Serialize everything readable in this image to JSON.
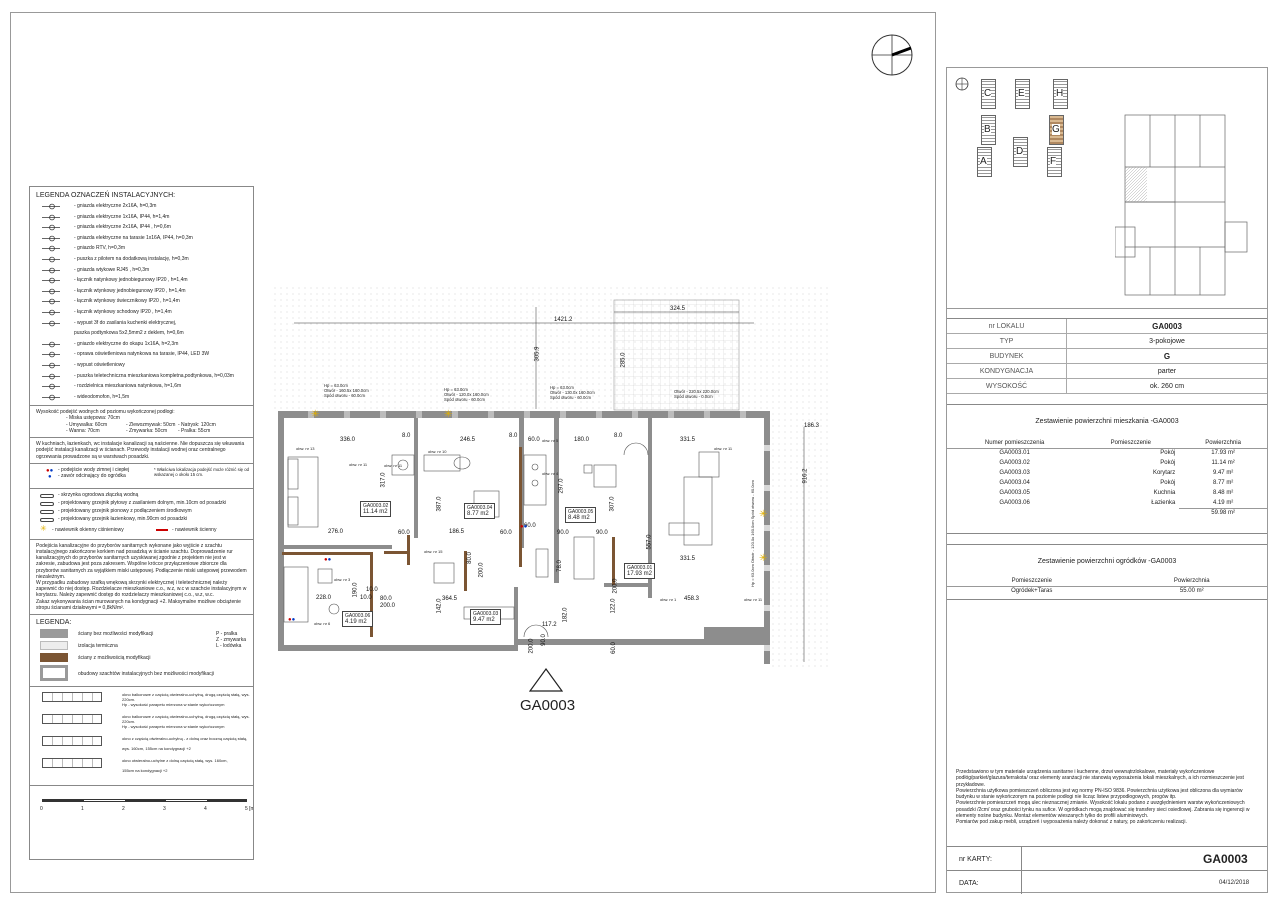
{
  "legend": {
    "title": "LEGENDA OZNACZEŃ INSTALACYJNYCH:",
    "items": [
      "- gniazda elektryczne 2x16A, h=0,3m",
      "- gniazda elektryczne 1x16A, IP44, h=1,4m",
      "- gniazda elektryczne 2x16A, IP44 , h=0,6m",
      "- gniazda elektryczne na tarasie 1x16A, IP44, h=0,3m",
      "- gniazdo RTV, h=0,3m",
      "- puszka z pilotem na dodatkową instalację, h=0,3m",
      "- gniazda wtykowe RJ45 , h=0,3m",
      "- łącznik natynkowy jednobiegunowy IP20 , h=1,4m",
      "- łącznik wtynkowy jednobiegunowy IP20 , h=1,4m",
      "- łącznik wtynkowy świecznikowy IP20 , h=1,4m",
      "- łącznik wtynkowy schodowy IP20 , h=1,4m",
      "- wypust 3f do zasilania kuchenki elektrycznej,",
      "puszka podtynkowa 5x2,5mm2 z deklem, h=0,6m",
      "- gniazdo elektryczne do okapu 1x16A, h=2,3m",
      "- oprawa oświetleniowa natynkowa na tarasie, IP44, LED 3W",
      "- wypust oświetleniowy",
      "- puszka teletechniczna mieszkaniowa kompletna,podtynkowa, h=0,03m",
      "- rozdzielnica mieszkaniowa natynkowa, h=1,6m",
      "- wideodomofon, h=1,5m"
    ],
    "heights_title": "Wysokość  podejść  wodnych od         poziomu wykończonej podłogi:",
    "heights": [
      [
        "- Miska ustępowa: 70cm",
        "",
        ""
      ],
      [
        "- Umywalka: 60cm",
        "- Zlewozmywak: 50cm",
        "- Natrysk: 120cm"
      ],
      [
        "- Wanna: 70cm",
        "- Zmywarka: 50cm",
        "- Pralka: 55cm"
      ]
    ],
    "kanal_note": "W kuchniach, łazienkach, wc instalacje kanalizacji są naścienne. Nie dopuszcza się wkuwania podejść instalacji kanalizacji w ścianach. Przewody instalacji wodnej oraz centralnego ogrzewania prowadzone są w warstwach posadzki.",
    "water_items": [
      "- podejście wody zimnej i ciepłej",
      "- zawór odcinający do ogródka"
    ],
    "water_side_note": "* Właściwa lokalizacja podejść może różnić się od wskazanej o około 15 cm.",
    "misc_items": [
      "- skrzynka ogrodowa złączką wodną",
      "- projektowany grzejnik płytowy z zasilaniem dolnym, min.10cm od posadzki",
      "- projektowany grzejnik pionowy z podłączeniem środkowym",
      "- projektowany grzejnik łazienkowy, min.90cm od posadzki"
    ],
    "nawiew_1": "- nawiewnik okienny ciśnieniowy",
    "nawiew_2": "- nawiewnik ścienny",
    "long_note": "Podejścia kanalizacyjne do przyborów sanitarnych wykonane jako wyjście z szachtu instalacyjnego zakończone korkiem nad posadzką w ścianie szachtu. Doprowadzenie rur kanalizacyjnych do przyborów sanitarnych uzyskiwanej zgodnie z projektem nie jest w zakresie, zabudowa jest poza zakresem.  Wspólne krócce przyłączeniowe zbiorcze dla przyborów sanitarnych za wyjątkiem miski ustępowej. Podłączenie miski ustępowej przewodem niezależnym.\nW przypadku zabudowy szafką wnękową skrzynki elektrycznej i teletechnicznej należy zapewnić do niej dostęp. Rozdzielacze mieszkaniowe c.o., w.z, w.c w szachcie instalacyjnym w korytarzu. Należy zapewnić dostęp do rozdzielaczy mieszkaniowej c.o., w.z, w.c.\nZakaz wykonywania ścian murowanych na kondygnacji +2. Maksymalne możliwe obciążenie stropu ścianami działowymi = 0,8kN/m².",
    "legenda2_title": "LEGENDA:",
    "materials": [
      "ściany bez możliwości modyfikacji",
      "izolacja termiczna",
      "ściany z możliwością modyfikacji",
      "obudowy szachtów instalacyjnych bez możliwości modyfikacji"
    ],
    "codes": [
      "P - pralka",
      "Z - zmywarka",
      "L - lodówka"
    ],
    "windows": [
      {
        "a": "okno balkonowe z częścią otwieralno-uchylną, drugą częścią stałą, wys. 220cm.",
        "b": "Hp - wysokość parapetu mierzona w stanie wykończonym"
      },
      {
        "a": "okno balkonowe z częścią otwieralno-uchylną, drugą częścią stałą, wys. 220cm.",
        "b": "Hp - wysokość parapetu mierzona w stanie wykończonym"
      },
      {
        "a": "okno z częścią otwieralno-uchylną - z dolną oraz boczną częścią stałą,",
        "b": "wys. 160cm, 155cm na kondygnacji +2"
      },
      {
        "a": "okno otwieralno-uchylne z dolną częścią stałą, wys. 160cm,",
        "b": "155cm na kondygnacji +2"
      }
    ],
    "scale_labels": [
      "0",
      "1",
      "2",
      "3",
      "4",
      "5 [m]"
    ]
  },
  "plan": {
    "unit_label": "GA0003",
    "dims": {
      "top_total": "1421.2",
      "terrace_w": "324.5",
      "left_h": "305.9",
      "terrace_h": "285.0",
      "right_top": "186.3",
      "right_h": "916.2",
      "r1_w": "336.0",
      "r2_w": "246.5",
      "r3_w": "180.0",
      "r4_w": "331.5",
      "r4_w2": "331.5",
      "w8a": "8.0",
      "w8b": "8.0",
      "w60a": "60.0",
      "w8c": "8.0",
      "d3170": "317.0",
      "d3870": "387.0",
      "d2970": "297.0",
      "d3070": "307.0",
      "d5570": "557.0",
      "d2760": "276.0",
      "d600a": "60.0",
      "d1865": "186.5",
      "d600b": "60.0",
      "d600c": "60.0",
      "d900a": "90.0",
      "d900b": "90.0",
      "d2280": "228.0",
      "d1900": "190.0",
      "d800": "80.0",
      "d2000a": "200.0",
      "d3645": "364.5",
      "d1172": "117.2",
      "d4583": "458.3",
      "d1220": "122.0",
      "d1420": "142.0",
      "d1820": "182.0",
      "d780": "78.0",
      "d2000b": "200.0",
      "d800b": "80.0",
      "d2000c": "200.0",
      "d900c": "90.0",
      "d2000d": "200.0",
      "d600d": "60.0",
      "d100a": "10.0",
      "d100b": "10.0"
    },
    "windows": [
      {
        "t1": "Hp = 63.0cm",
        "t2": "Otwór - 160.5x 160.0cm",
        "t3": "Spód otworu - 60.0cm"
      },
      {
        "t1": "Hp = 63.0cm",
        "t2": "Otwór - 120.0x 160.0cm",
        "t3": "Spód otworu - 60.0cm"
      },
      {
        "t1": "Hp = 63.0cm",
        "t2": "Otwór - 130.0x 160.0cm",
        "t3": "Spód otworu - 60.0cm"
      },
      {
        "t1": "Otwór - 220.5x 220.0cm",
        "t2": "Spód otworu - 0.0cm",
        "t3": ""
      }
    ],
    "rooms": [
      {
        "code": "GA0003.02",
        "area": "11.14 m2"
      },
      {
        "code": "GA0003.04",
        "area": "8.77 m2"
      },
      {
        "code": "GA0003.05",
        "area": "8.48 m2"
      },
      {
        "code": "GA0003.01",
        "area": "17.93 m2"
      },
      {
        "code": "GA0003.06",
        "area": "4.19 m2"
      },
      {
        "code": "GA0003.03",
        "area": "9.47 m2"
      }
    ],
    "tags": [
      "obw. nr 13",
      "obw. nr 11",
      "obw. nr 11",
      "obw. nr 10",
      "obw. nr 5",
      "obw. nr 4",
      "obw. nr 3",
      "obw. nr 11",
      "obw. nr 11",
      "obw. nr 1",
      "obw. nr 15",
      "obw. nr 6"
    ],
    "side_note": "Hp = 63.0cm Otwór - 120.0x 160.0cm Spód otworu - 60.0cm"
  },
  "keyplan": {
    "blocks": [
      "C",
      "E",
      "H",
      "B",
      "G",
      "A",
      "D",
      "F"
    ]
  },
  "info": {
    "rows": [
      {
        "k": "nr LOKALU",
        "v": "GA0003",
        "bold": true
      },
      {
        "k": "TYP",
        "v": "3-pokojowe",
        "bold": false
      },
      {
        "k": "BUDYNEK",
        "v": "G",
        "bold": true
      },
      {
        "k": "KONDYGNACJA",
        "v": "parter",
        "bold": false
      },
      {
        "k": "WYSOKOŚĆ",
        "v": "ok. 260 cm",
        "bold": false
      }
    ]
  },
  "rooms_table": {
    "title": "Zestawienie powierzchni mieszkania -GA0003",
    "headers": [
      "Numer pomieszczenia",
      "Pomieszczenie",
      "Powierzchnia"
    ],
    "rows": [
      [
        "GA0003.01",
        "Pokój",
        "17.93 m²"
      ],
      [
        "GA0003.02",
        "Pokój",
        "11.14 m²"
      ],
      [
        "GA0003.03",
        "Korytarz",
        "9.47 m²"
      ],
      [
        "GA0003.04",
        "Pokój",
        "8.77 m²"
      ],
      [
        "GA0003.05",
        "Kuchnia",
        "8.48 m²"
      ],
      [
        "GA0003.06",
        "Łazienka",
        "4.19 m²"
      ]
    ],
    "total": "59.98 m²"
  },
  "garden_table": {
    "title": "Zestawienie powierzchni ogródków -GA0003",
    "headers": [
      "Pomieszczenie",
      "Powierzchnia"
    ],
    "rows": [
      [
        "Ogródek+Taras",
        "55.00 m²"
      ]
    ]
  },
  "disclaimer": "Przedstawiono w tym materiale urządzenia sanitarne i kuchenne, drzwi wewnątrzlokalowe, materiały wykończeniowe podłóg/parkiet/glazura/terrakota/ oraz elementy aranżacji nie stanowią wyposażenia lokali mieszkalnych, a ich rozmieszczenie jest przykładowe.\nPowierzchnia użytkowa pomieszczeń obliczona jest wg normy PN-ISO 9836. Powierzchnia użytkowa jest obliczona dla wymiarów budynku w stanie wykończonym na poziomie podłogi nie licząc listew przypodłogowych, progów itp.\nPowierzchnie pomieszczeń mogą ulec nieznacznej zmianie. Wysokość lokalu podano z uwzględnieniem warstw wykończeniowych posadzki /2cm/ oraz grubości tynku na sufice. W ogródkach mogą znajdować się transfery sieci osiedlowej. Zabrania się ingerencji w elementy nośne budynku.  Montaż elementów wieszanych tylko do profili aluminiowych.\nPomiarów pod zakup mebli, urządzeń i wyposażenia należy dokonać z natury, po zakończeniu realizacji.",
  "card": {
    "nr_label": "nr KARTY:",
    "nr_value": "GA0003",
    "date_label": "DATA:",
    "date_value": "04/12/2018"
  }
}
